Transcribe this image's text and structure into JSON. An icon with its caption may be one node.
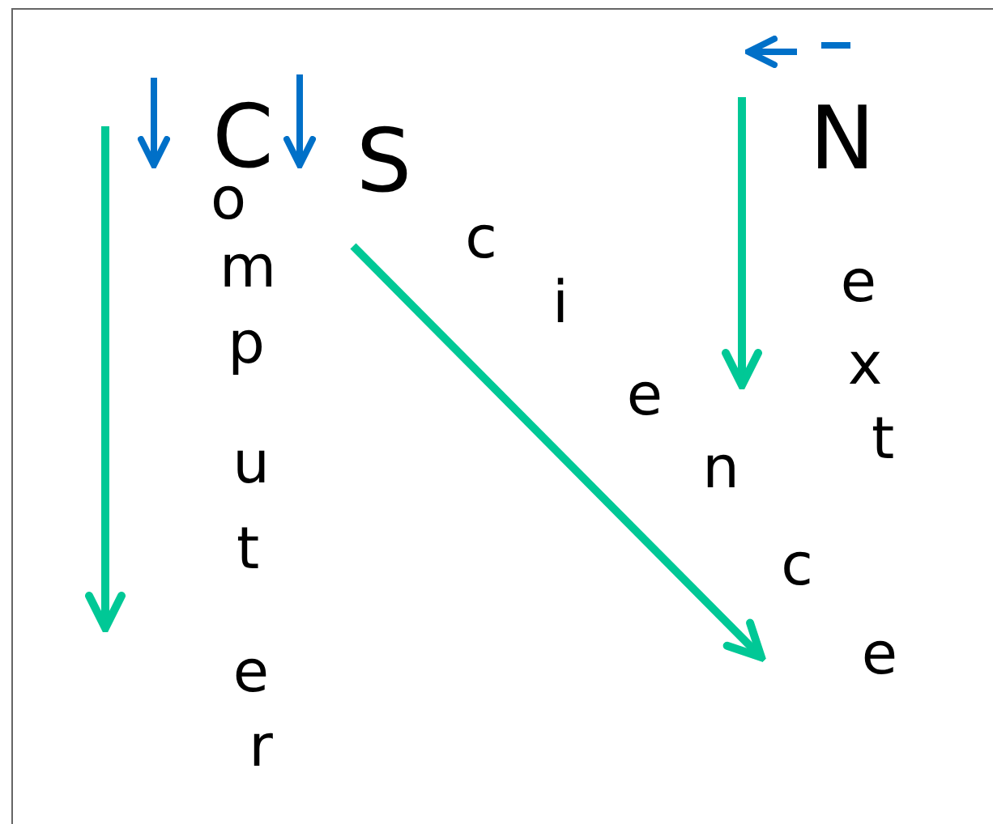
{
  "diagram": {
    "labels": [
      "Computer",
      "Science",
      "Next"
    ]
  }
}
